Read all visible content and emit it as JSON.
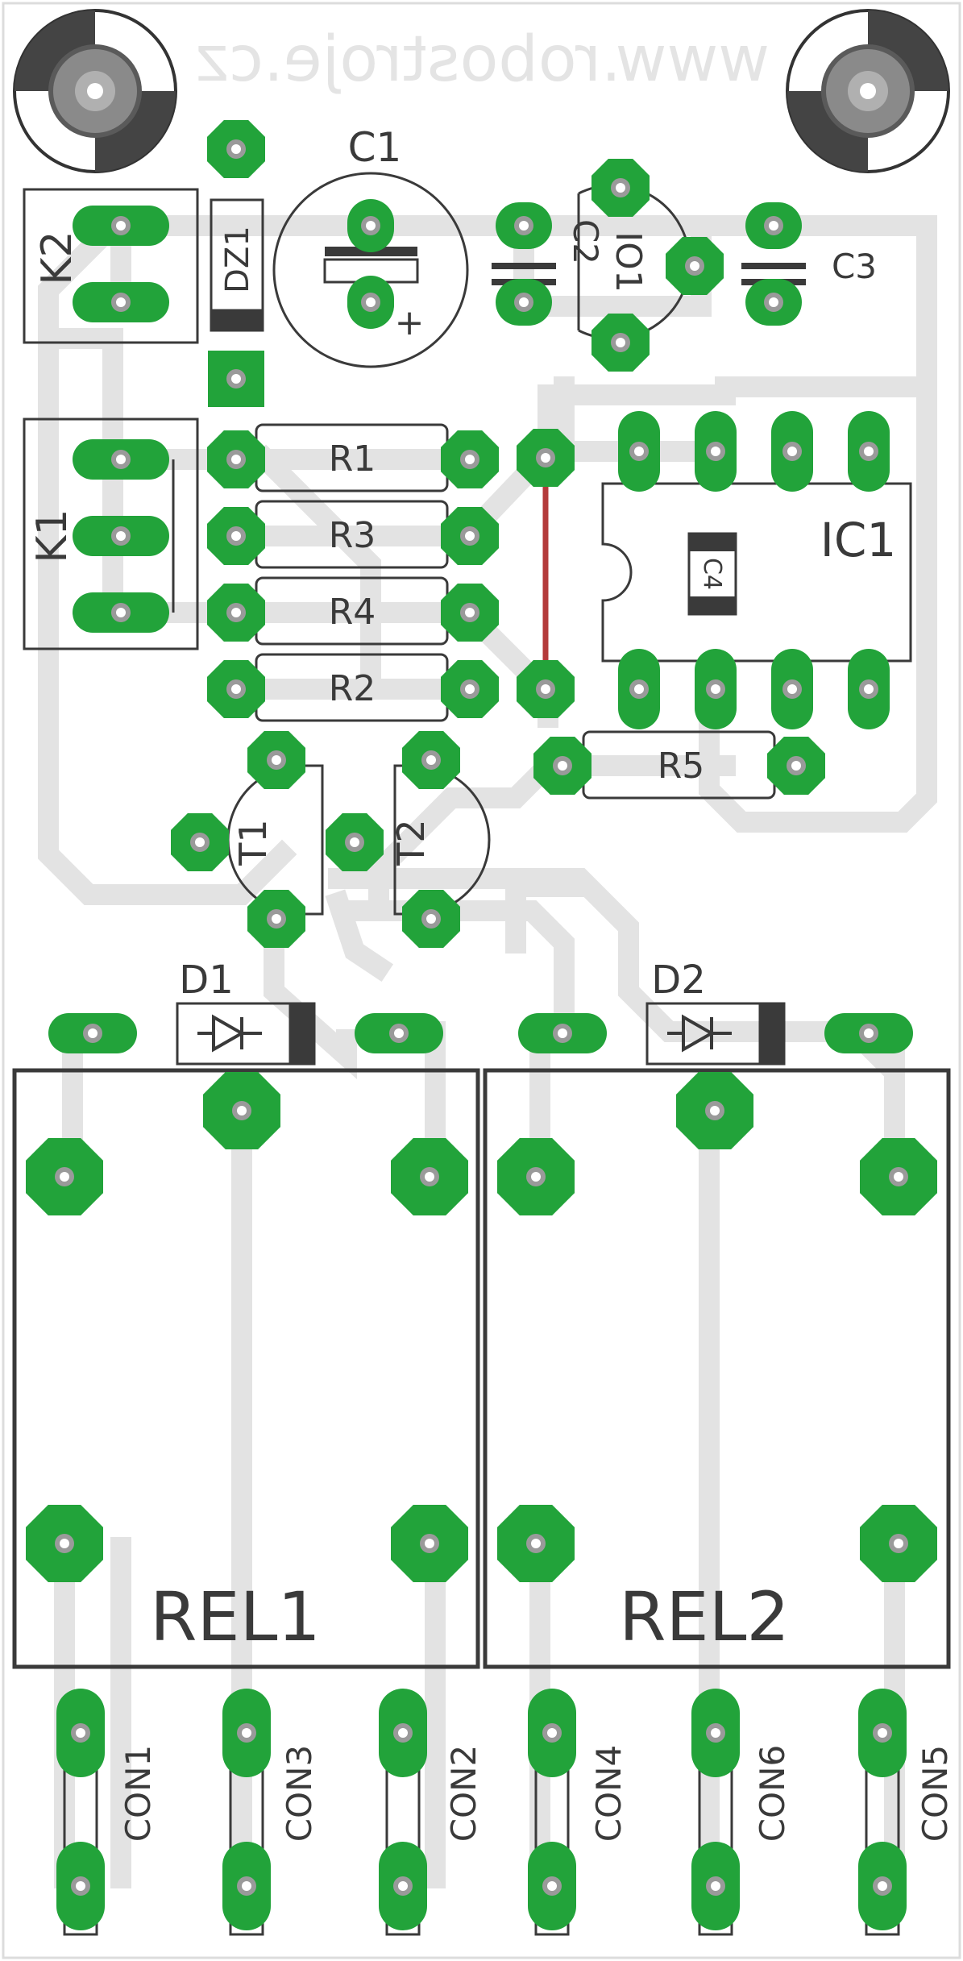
{
  "board": {
    "watermark": "www.robostroje.cz",
    "colors": {
      "trace": "#e3e3e3",
      "pad": "#22a33a",
      "hole": "#9a9a9a",
      "silk": "#3a3a3a",
      "jumper": "#b43a3a"
    }
  },
  "labels": {
    "c1": "C1",
    "c1_plus": "+",
    "c2": "C2",
    "c3": "C3",
    "c4": "C4",
    "io1": "IO1",
    "dz1": "DZ1",
    "k1": "K1",
    "k2": "K2",
    "r1": "R1",
    "r2": "R2",
    "r3": "R3",
    "r4": "R4",
    "r5": "R5",
    "ic1": "IC1",
    "t1": "T1",
    "t2": "T2",
    "d1": "D1",
    "d2": "D2",
    "rel1": "REL1",
    "rel2": "REL2",
    "con1": "CON1",
    "con2": "CON2",
    "con3": "CON3",
    "con4": "CON4",
    "con5": "CON5",
    "con6": "CON6"
  }
}
